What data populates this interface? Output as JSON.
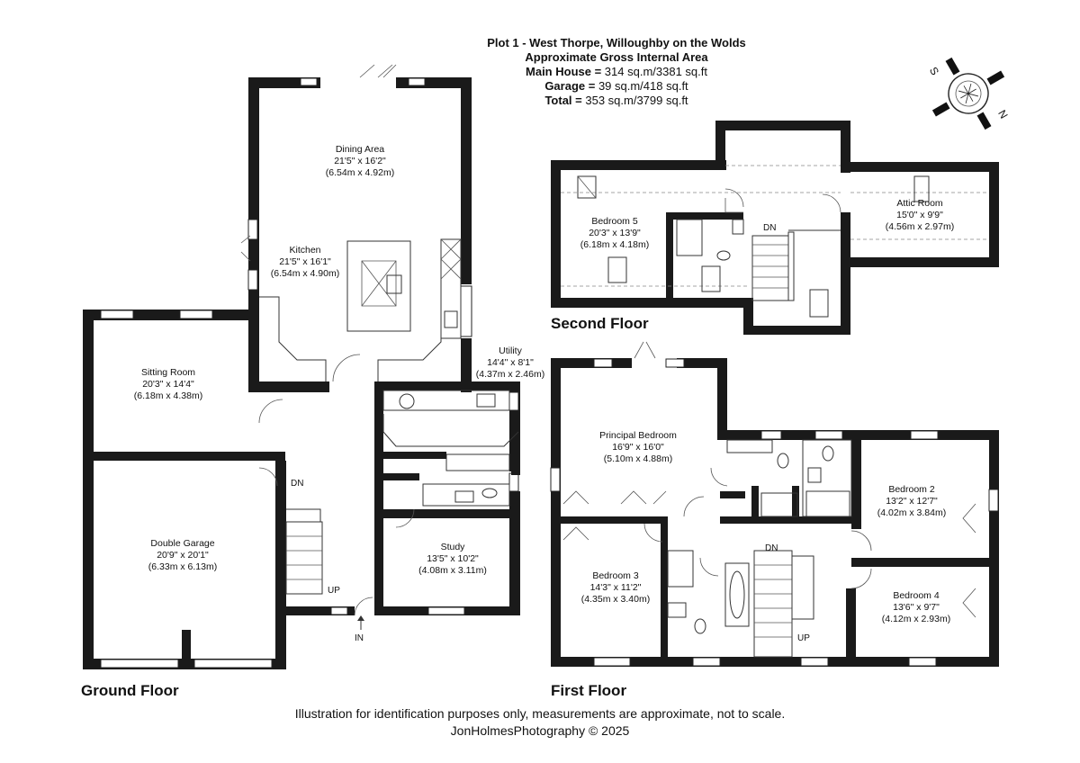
{
  "header": {
    "title": "Plot 1 - West Thorpe, Willoughby on the Wolds",
    "subtitle": "Approximate Gross Internal Area",
    "main_house_label": "Main House =",
    "main_house_value": " 314 sq.m/3381 sq.ft",
    "garage_label": "Garage =",
    "garage_value": " 39 sq.m/418 sq.ft",
    "total_label": "Total =",
    "total_value": " 353 sq.m/3799 sq.ft"
  },
  "compass": {
    "icon": "compass-rose-icon",
    "labels": [
      "S",
      "N"
    ]
  },
  "floors": {
    "ground": "Ground Floor",
    "first": "First Floor",
    "second": "Second Floor"
  },
  "rooms": {
    "dining": {
      "name": "Dining Area",
      "imperial": "21'5\" x 16'2\"",
      "metric": "(6.54m x 4.92m)"
    },
    "kitchen": {
      "name": "Kitchen",
      "imperial": "21'5\" x 16'1\"",
      "metric": "(6.54m x 4.90m)"
    },
    "utility": {
      "name": "Utility",
      "imperial": "14'4\" x 8'1\"",
      "metric": "(4.37m x 2.46m)"
    },
    "sitting": {
      "name": "Sitting Room",
      "imperial": "20'3\" x 14'4\"",
      "metric": "(6.18m x 4.38m)"
    },
    "garage": {
      "name": "Double Garage",
      "imperial": "20'9\" x 20'1\"",
      "metric": "(6.33m x 6.13m)"
    },
    "study": {
      "name": "Study",
      "imperial": "13'5\" x 10'2\"",
      "metric": "(4.08m x 3.11m)"
    },
    "bedroom5": {
      "name": "Bedroom 5",
      "imperial": "20'3\" x 13'9\"",
      "metric": "(6.18m x 4.18m)"
    },
    "attic": {
      "name": "Attic Room",
      "imperial": "15'0\" x 9'9\"",
      "metric": "(4.56m x 2.97m)"
    },
    "principal": {
      "name": "Principal Bedroom",
      "imperial": "16'9\" x 16'0\"",
      "metric": "(5.10m x 4.88m)"
    },
    "bedroom2": {
      "name": "Bedroom 2",
      "imperial": "13'2\" x 12'7\"",
      "metric": "(4.02m x 3.84m)"
    },
    "bedroom3": {
      "name": "Bedroom 3",
      "imperial": "14'3\" x 11'2\"",
      "metric": "(4.35m x 3.40m)"
    },
    "bedroom4": {
      "name": "Bedroom 4",
      "imperial": "13'6\" x 9'7\"",
      "metric": "(4.12m x 2.93m)"
    }
  },
  "markers": {
    "dn_ground": "DN",
    "up_ground": "UP",
    "in_ground": "IN",
    "dn_first": "DN",
    "up_first": "UP",
    "dn_second": "DN"
  },
  "footer": {
    "disclaimer": "Illustration for identification purposes only, measurements are approximate, not to scale.",
    "credit": "JonHolmesPhotography © 2025"
  }
}
